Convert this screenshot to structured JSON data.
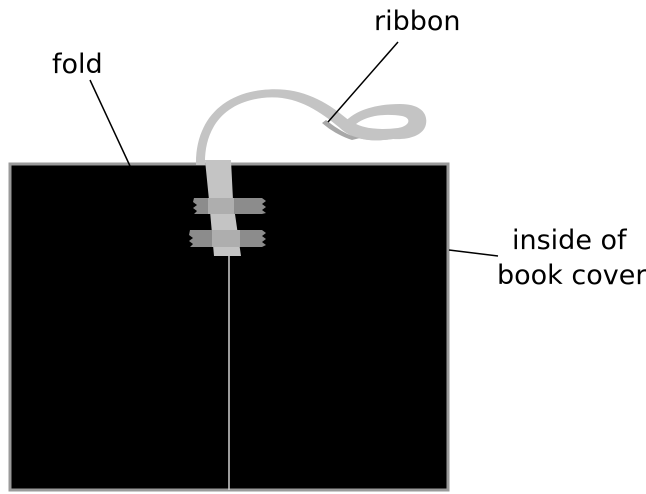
{
  "labels": {
    "fold": "fold",
    "ribbon": "ribbon",
    "cover_line1": "inside of",
    "cover_line2": "book cover"
  },
  "colors": {
    "background": "#ffffff",
    "cover_fill": "#000000",
    "cover_border": "#9a9a9a",
    "ribbon": "#c4c4c4",
    "ribbon_shadow": "#a8a8a8",
    "tape": "#8c8c8c",
    "fold_line": "#cfcfcf",
    "leader_line": "#000000"
  }
}
